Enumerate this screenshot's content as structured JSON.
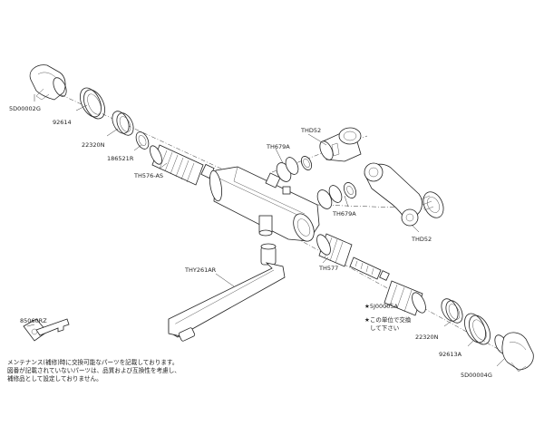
{
  "parts": [
    {
      "id": "5D00002G",
      "label": "5D00002G"
    },
    {
      "id": "92614",
      "label": "92614"
    },
    {
      "id": "22320N-top",
      "label": "22320N"
    },
    {
      "id": "186521R",
      "label": "186521R"
    },
    {
      "id": "TH576-AS",
      "label": "TH576-AS"
    },
    {
      "id": "TH679A-top",
      "label": "TH679A"
    },
    {
      "id": "THD52-top",
      "label": "THD52"
    },
    {
      "id": "TH679A-right",
      "label": "TH679A"
    },
    {
      "id": "THD52-right",
      "label": "THD52"
    },
    {
      "id": "TH577",
      "label": "TH577"
    },
    {
      "id": "THY261AR",
      "label": "THY261AR"
    },
    {
      "id": "5J00005A",
      "label": "★5J00005A"
    },
    {
      "id": "22320N-bottom",
      "label": "22320N"
    },
    {
      "id": "92613A",
      "label": "92613A"
    },
    {
      "id": "5D00004G",
      "label": "5D00004G"
    },
    {
      "id": "85060RZ",
      "label": "85060RZ"
    }
  ],
  "star_note": [
    "★この単位で交換",
    "して下さい"
  ],
  "footer_notes": [
    "メンテナンス(補修)時に交換可能なパーツを記載しております。",
    "図番が記載されていないパーツは、品質および互換性を考慮し、",
    "補修品として設定しておりません。"
  ]
}
